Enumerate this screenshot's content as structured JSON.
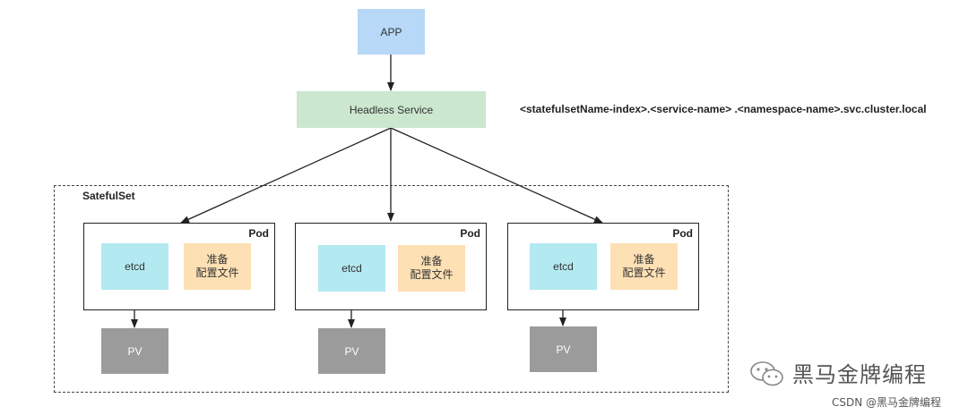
{
  "app": {
    "label": "APP"
  },
  "headless": {
    "label": "Headless Service"
  },
  "dns_format": "<statefulsetName-index>.<service-name> .<namespace-name>.svc.cluster.local",
  "statefulset": {
    "label": "SatefulSet"
  },
  "pods": [
    {
      "label": "Pod",
      "etcd": "etcd",
      "prep_line1": "准备",
      "prep_line2": "配置文件",
      "pv": "PV"
    },
    {
      "label": "Pod",
      "etcd": "etcd",
      "prep_line1": "准备",
      "prep_line2": "配置文件",
      "pv": "PV"
    },
    {
      "label": "Pod",
      "etcd": "etcd",
      "prep_line1": "准备",
      "prep_line2": "配置文件",
      "pv": "PV"
    }
  ],
  "watermark": {
    "brand": "黑马金牌编程",
    "csdn": "CSDN @黑马金牌编程"
  },
  "colors": {
    "app": "#b7d8f7",
    "headless": "#cbe7ce",
    "etcd": "#b3e9f1",
    "prep": "#fde0b4",
    "pv": "#9b9b9b"
  }
}
